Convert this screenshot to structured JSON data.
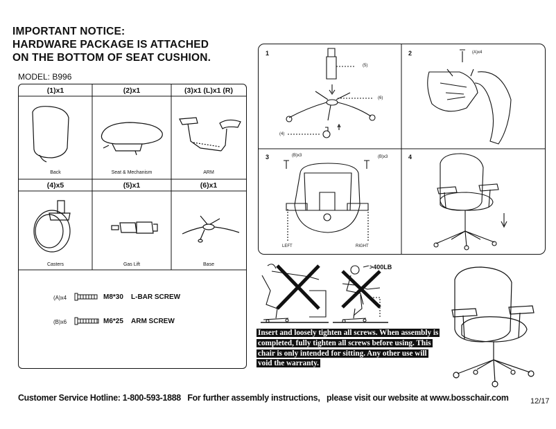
{
  "notice": {
    "line1": "IMPORTANT NOTICE:",
    "line2": "HARDWARE PACKAGE IS ATTACHED",
    "line3": "ON THE BOTTOM OF SEAT CUSHION."
  },
  "model": "MODEL: B996",
  "parts": {
    "headers": [
      "(1)x1",
      "(2)x1",
      "(3)x1 (L)x1 (R)",
      "(4)x5",
      "(5)x1",
      "(6)x1"
    ],
    "captions": [
      "Back",
      "Seat & Mechanism",
      "ARM",
      "Casters",
      "Gas Lift",
      "Base"
    ]
  },
  "screws": [
    {
      "id": "(A)x4",
      "size": "M8*30",
      "name": "L-BAR SCREW"
    },
    {
      "id": "(B)x6",
      "size": "M6*25",
      "name": "ARM SCREW"
    }
  ],
  "steps": {
    "numbers": [
      "1",
      "2",
      "3",
      "4"
    ],
    "step1_labels": {
      "five": "(5)",
      "six": "(6)",
      "four": "(4)"
    },
    "step2_label": "(A)x4",
    "step3_labels": {
      "b_left": "(B)x3",
      "b_right": "(B)x3",
      "left": "LEFT",
      "right": "RIGHT"
    }
  },
  "weight_limit": ">400LB",
  "warning": "Insert and loosely tighten all screws. When assembly is completed, fully tighten all screws before using. This chair is only intended for sitting. Any other use will void the warranty.",
  "footer": {
    "hotline": "Customer Service Hotline: 1-800-593-1888",
    "instructions": "For further assembly instructions,",
    "website": "please visit our website at  www.bosschair.com"
  },
  "page_number": "12/17"
}
